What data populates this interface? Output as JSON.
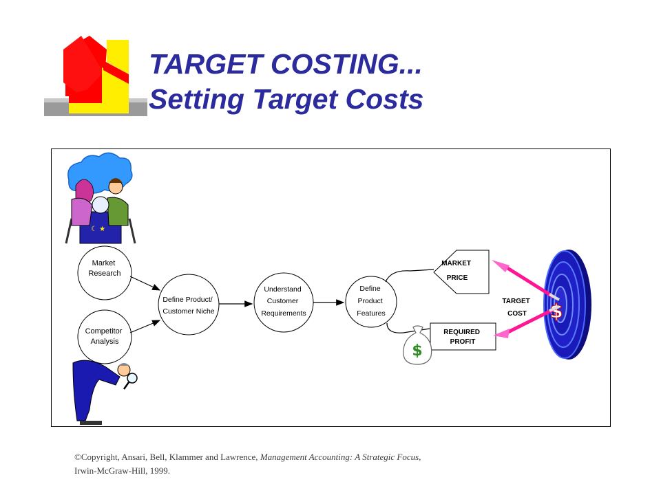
{
  "title": {
    "line1": "TARGET COSTING...",
    "line2": "Setting Target Costs"
  },
  "nodes": {
    "market_research": [
      "Market",
      "Research"
    ],
    "competitor_analysis": [
      "Competitor",
      "Analysis"
    ],
    "define_product": [
      "Define Product/",
      "Customer Niche"
    ],
    "understand": [
      "Understand",
      "Customer",
      "Requirements"
    ],
    "define_features": [
      "Define",
      "Product",
      "Features"
    ],
    "market_price": [
      "MARKET",
      "PRICE"
    ],
    "required_profit": [
      "REQUIRED",
      "PROFIT"
    ],
    "target_cost": [
      "TARGET",
      "COST"
    ]
  },
  "symbols": {
    "dollar": "$"
  },
  "copyright": {
    "plain": "©Copyright, Ansari, Bell, Klammer and Lawrence, ",
    "italic1": "Management Accounting: A Strategic Focus",
    "plain2": ", Irwin-McGraw-Hill, 1999."
  },
  "colors": {
    "title": "#2b2b9e",
    "target_blue": "#1a1aa8",
    "dart_pink": "#ff1493",
    "logo_red": "#ff0000",
    "logo_yellow": "#ffee00"
  }
}
